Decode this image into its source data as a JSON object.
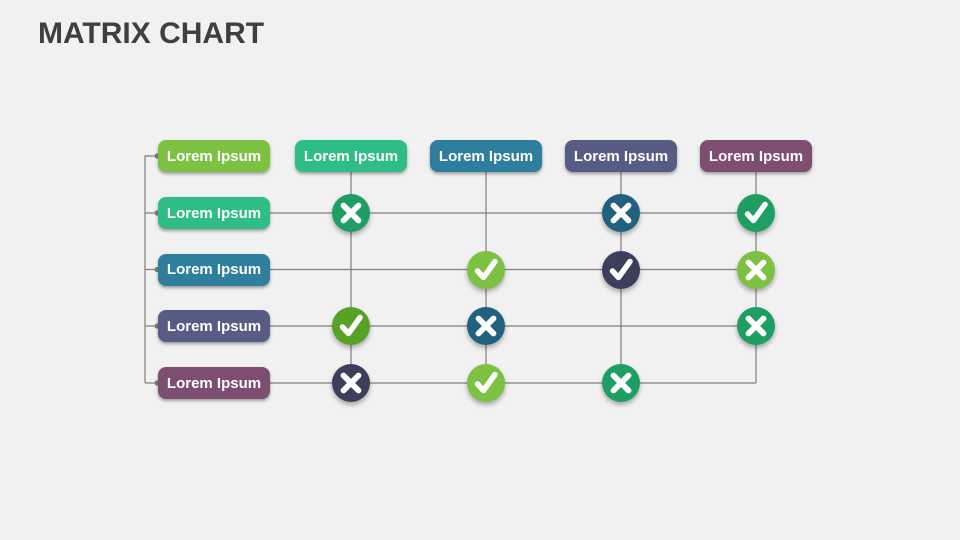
{
  "title": "MATRIX CHART",
  "colors": {
    "background": "#f1f1f1",
    "title_text": "#3f3f3f",
    "connector_line": "#7f7f7f",
    "icon_glyph": "#ffffff"
  },
  "matrix": {
    "top_box": {
      "label": "Lorem Ipsum",
      "color": "#7cc142"
    },
    "columns": [
      {
        "label": "Lorem Ipsum",
        "color": "#2ebd85"
      },
      {
        "label": "Lorem Ipsum",
        "color": "#2e7f9e"
      },
      {
        "label": "Lorem Ipsum",
        "color": "#575c84"
      },
      {
        "label": "Lorem Ipsum",
        "color": "#7d4e72"
      }
    ],
    "rows": [
      {
        "label": "Lorem Ipsum",
        "color": "#2ebd85"
      },
      {
        "label": "Lorem Ipsum",
        "color": "#2e7f9e"
      },
      {
        "label": "Lorem Ipsum",
        "color": "#575c84"
      },
      {
        "label": "Lorem Ipsum",
        "color": "#7d4e72"
      }
    ],
    "cells": [
      {
        "row": 0,
        "col": 0,
        "icon": "cross",
        "color": "#1f9e63"
      },
      {
        "row": 0,
        "col": 2,
        "icon": "cross",
        "color": "#21617f"
      },
      {
        "row": 0,
        "col": 3,
        "icon": "check",
        "color": "#1f9e63"
      },
      {
        "row": 1,
        "col": 1,
        "icon": "check",
        "color": "#7cc142"
      },
      {
        "row": 1,
        "col": 2,
        "icon": "check",
        "color": "#3c3f5c"
      },
      {
        "row": 1,
        "col": 3,
        "icon": "cross",
        "color": "#7cc142"
      },
      {
        "row": 2,
        "col": 0,
        "icon": "check",
        "color": "#58a127"
      },
      {
        "row": 2,
        "col": 1,
        "icon": "cross",
        "color": "#21617f"
      },
      {
        "row": 2,
        "col": 3,
        "icon": "cross",
        "color": "#1f9e63"
      },
      {
        "row": 3,
        "col": 0,
        "icon": "cross",
        "color": "#3c3f5c"
      },
      {
        "row": 3,
        "col": 1,
        "icon": "check",
        "color": "#7cc142"
      },
      {
        "row": 3,
        "col": 2,
        "icon": "cross",
        "color": "#1f9e63"
      }
    ]
  }
}
